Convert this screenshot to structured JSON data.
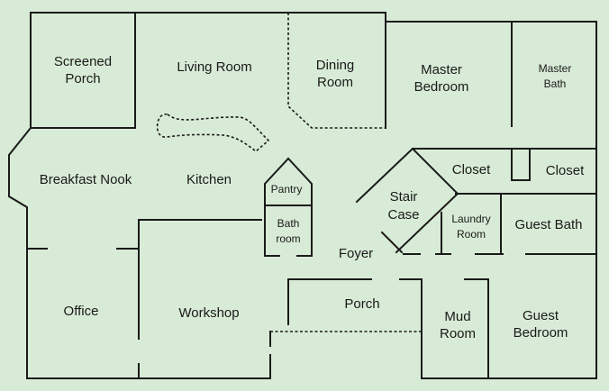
{
  "rooms": {
    "screened_porch": [
      "Screened",
      "Porch"
    ],
    "living_room": "Living Room",
    "dining_room": [
      "Dining",
      "Room"
    ],
    "master_bedroom": [
      "Master",
      "Bedroom"
    ],
    "master_bath": [
      "Master",
      "Bath"
    ],
    "closet_1": "Closet",
    "closet_2": "Closet",
    "breakfast_nook": "Breakfast Nook",
    "kitchen": "Kitchen",
    "pantry": "Pantry",
    "bath_room": [
      "Bath",
      "room"
    ],
    "stair_case": [
      "Stair",
      "Case"
    ],
    "laundry_room": [
      "Laundry",
      "Room"
    ],
    "guest_bath": "Guest Bath",
    "foyer": "Foyer",
    "office": "Office",
    "workshop": "Workshop",
    "porch": "Porch",
    "mud_room": [
      "Mud",
      "Room"
    ],
    "guest_bedroom": [
      "Guest",
      "Bedroom"
    ]
  },
  "colors": {
    "background": "#d8ebd6",
    "lines": "#1a1a1a"
  }
}
